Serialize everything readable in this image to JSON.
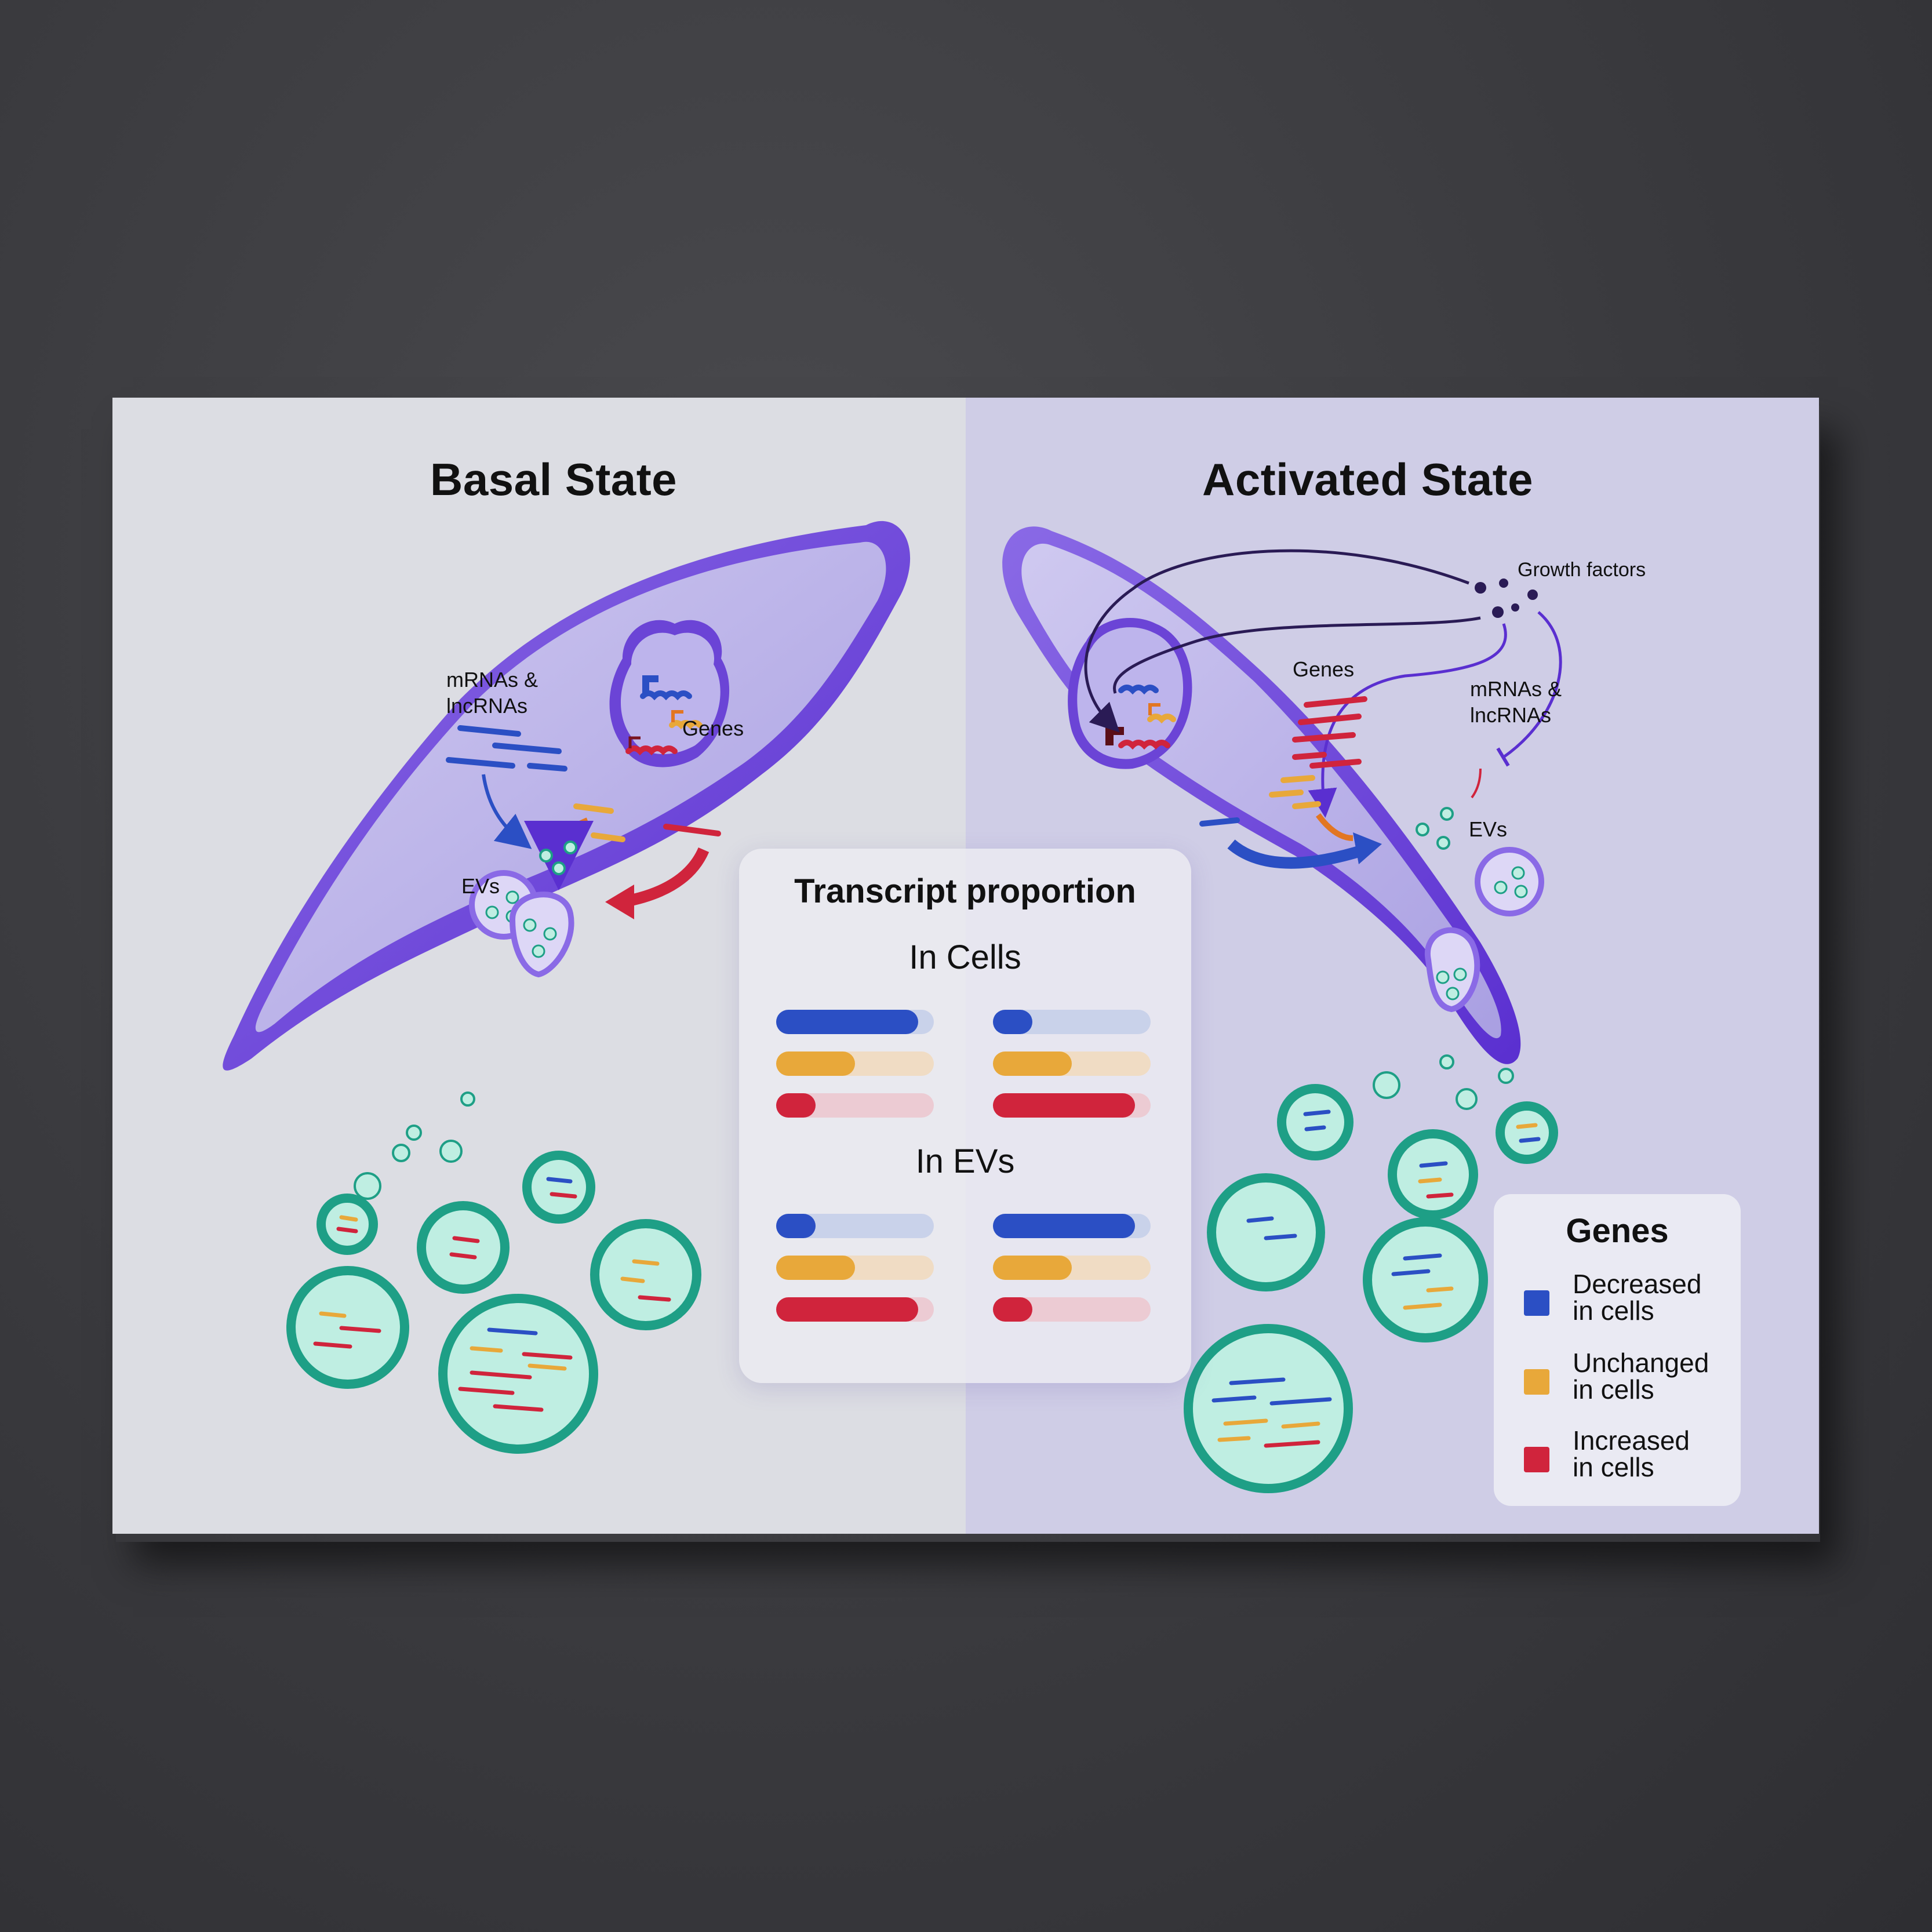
{
  "left_panel": {
    "title": "Basal State",
    "labels": {
      "rnas": "mRNAs &\nlncRNAs",
      "genes": "Genes",
      "evs": "EVs"
    }
  },
  "right_panel": {
    "title": "Activated State",
    "labels": {
      "growth_factors": "Growth factors",
      "genes": "Genes",
      "rnas": "mRNAs &\nlncRNAs",
      "evs": "EVs"
    }
  },
  "transcript_panel": {
    "title": "Transcript proportion",
    "sections": [
      {
        "label": "In Cells",
        "basal": [
          {
            "gene": "decreased",
            "value": 0.9
          },
          {
            "gene": "unchanged",
            "value": 0.5
          },
          {
            "gene": "increased",
            "value": 0.25
          }
        ],
        "activated": [
          {
            "gene": "decreased",
            "value": 0.25
          },
          {
            "gene": "unchanged",
            "value": 0.5
          },
          {
            "gene": "increased",
            "value": 0.9
          }
        ]
      },
      {
        "label": "In EVs",
        "basal": [
          {
            "gene": "decreased",
            "value": 0.25
          },
          {
            "gene": "unchanged",
            "value": 0.5
          },
          {
            "gene": "increased",
            "value": 0.9
          }
        ],
        "activated": [
          {
            "gene": "decreased",
            "value": 0.9
          },
          {
            "gene": "unchanged",
            "value": 0.5
          },
          {
            "gene": "increased",
            "value": 0.25
          }
        ]
      }
    ]
  },
  "legend": {
    "title": "Genes",
    "items": [
      {
        "key": "decreased",
        "text": "Decreased\nin cells",
        "color": "#2b4fc4"
      },
      {
        "key": "unchanged",
        "text": "Unchanged\nin cells",
        "color": "#e8a83a"
      },
      {
        "key": "increased",
        "text": "Increased\nin cells",
        "color": "#d0243c"
      }
    ]
  },
  "colors": {
    "decreased": "#2b4fc4",
    "unchanged": "#e8a83a",
    "increased": "#d0243c",
    "cell_membrane": "#6b44d6",
    "cytoplasm": "#b6aee6",
    "ev_fill": "#bfeee2",
    "ev_rim": "#1e9f86"
  }
}
